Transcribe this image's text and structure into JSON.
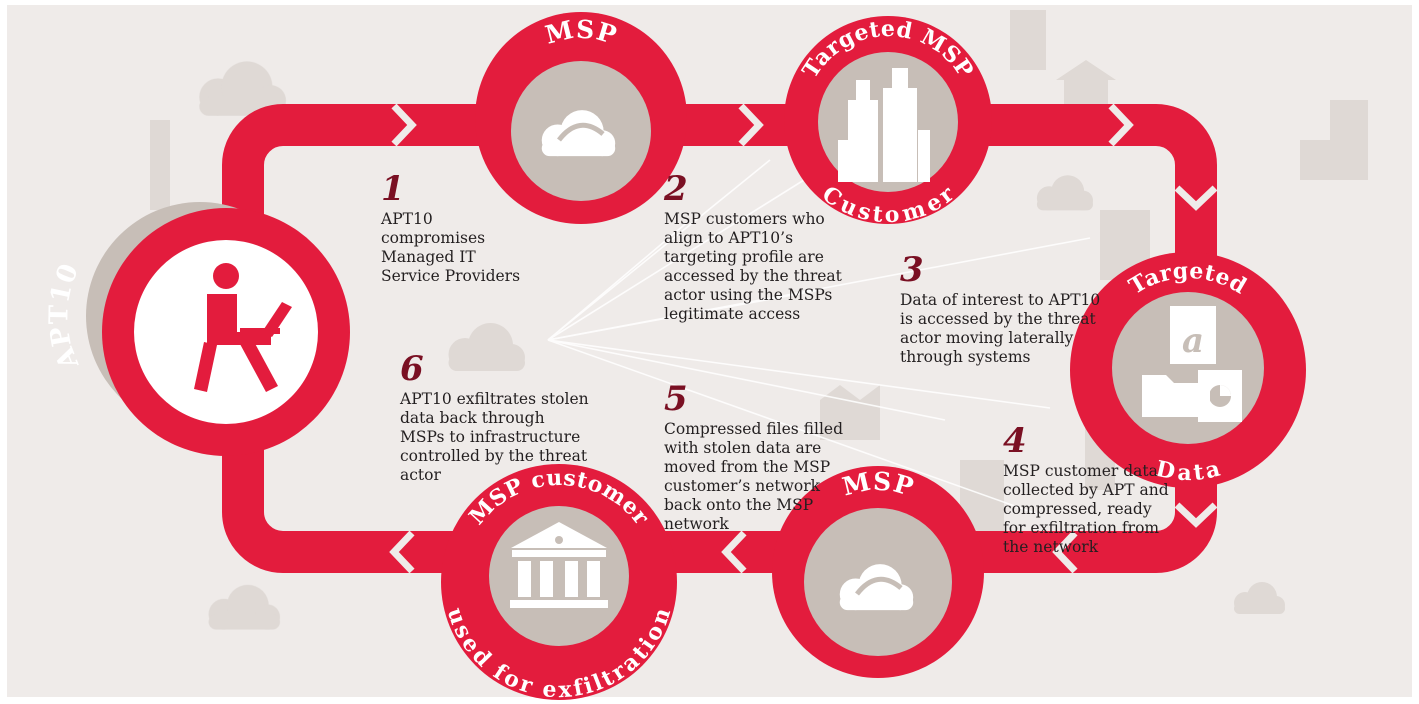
{
  "colors": {
    "accent": "#e31c3d",
    "dark_accent": "#7a1023",
    "panel": "#efebe9",
    "disc": "#c7beb7",
    "ghost": "#ddd7d3",
    "text": "#231f20"
  },
  "nodes": {
    "apt10": {
      "label": "APT10",
      "icon": "person-laptop-icon"
    },
    "msp_top": {
      "label": "MSP",
      "icon": "cloud-icon"
    },
    "targeted_msp_customer": {
      "label_top": "Targeted MSP",
      "label_bottom": "Customer",
      "icon": "buildings-icon"
    },
    "targeted_data": {
      "label_top": "Targeted",
      "label_bottom": "Data",
      "icon": "files-folder-icon",
      "file_glyph": "a"
    },
    "msp_bottom": {
      "label": "MSP",
      "icon": "cloud-icon"
    },
    "msp_customer_exfil": {
      "label_top": "MSP customer",
      "label_bottom": "used for exfiltration",
      "icon": "bank-icon"
    }
  },
  "steps": [
    {
      "num": "1",
      "lines": [
        "APT10",
        "compromises",
        "Managed IT",
        "Service Providers"
      ]
    },
    {
      "num": "2",
      "lines": [
        "MSP customers who",
        "align to APT10’s",
        "targeting profile are",
        "accessed by the threat",
        "actor using the MSPs",
        "legitimate access"
      ]
    },
    {
      "num": "3",
      "lines": [
        "Data of interest to APT10",
        "is accessed by the threat",
        "actor moving laterally",
        "through systems"
      ]
    },
    {
      "num": "4",
      "lines": [
        "MSP customer data",
        "collected by APT and",
        "compressed, ready",
        "for exfiltration from",
        "the network"
      ]
    },
    {
      "num": "5",
      "lines": [
        "Compressed files filled",
        "with stolen data are",
        "moved from the MSP",
        "customer’s network",
        "back onto the MSP",
        "network"
      ]
    },
    {
      "num": "6",
      "lines": [
        "APT10 exfiltrates stolen",
        "data back through",
        "MSPs  to infrastructure",
        "controlled by the threat",
        "actor"
      ]
    }
  ]
}
